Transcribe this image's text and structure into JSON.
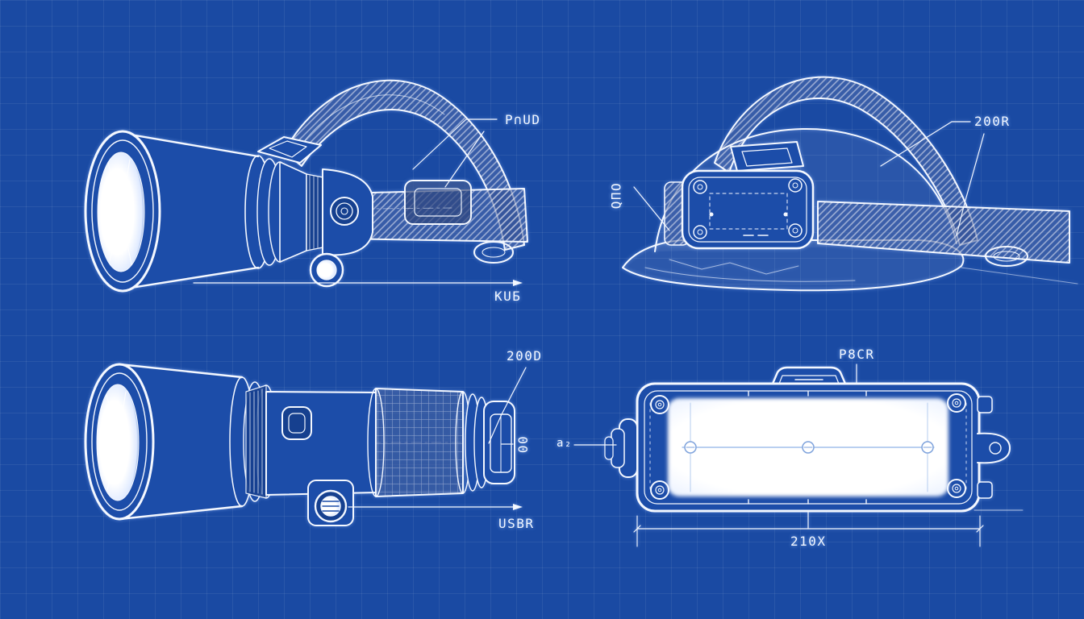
{
  "sheet": {
    "background_color": "#1a4aa3",
    "grid_color": "rgba(255,255,255,0.07)",
    "line_color": "#f4f8ff",
    "glow_color": "#8ab4ff",
    "bright_color": "#ffffff"
  },
  "views": {
    "headlamp": {
      "label_strap": "P∩UD",
      "label_base": "KUБ"
    },
    "helmet": {
      "label_strap": "200R",
      "label_side": "QΠO"
    },
    "flashlight": {
      "label_top": "200D",
      "label_tail": "00",
      "label_port": "USBR"
    },
    "panel": {
      "label_top": "P8CR",
      "label_knob": "a₂",
      "label_width": "210X"
    }
  }
}
